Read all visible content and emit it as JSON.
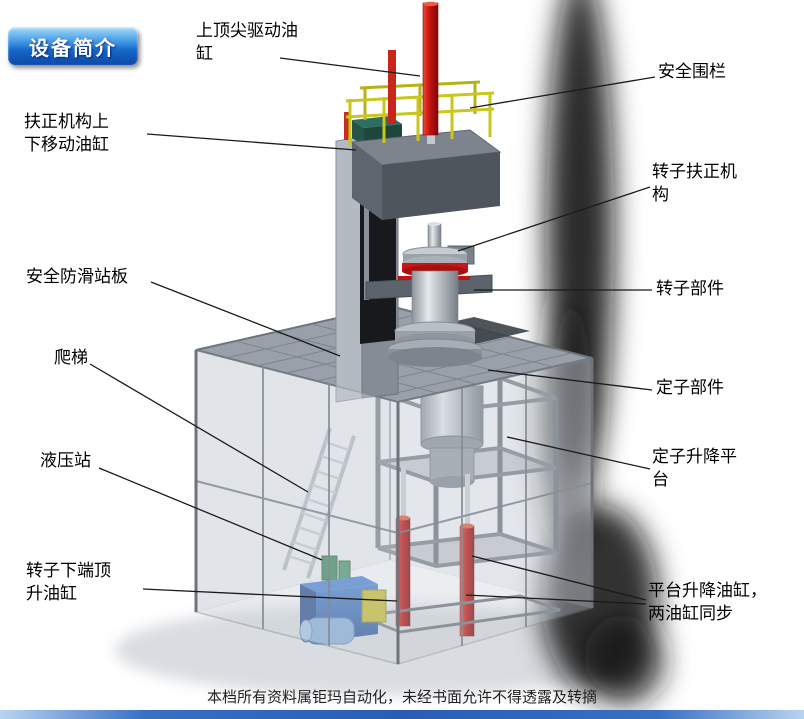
{
  "page": {
    "title_badge": "设备简介",
    "footer_note": "本档所有资料属钜玛自动化，未经书面允许不得透露及转摘"
  },
  "labels": {
    "top_drive_cylinder": "上顶尖驱动油\n缸",
    "safety_fence": "安全围栏",
    "centering_lift_cylinder": "扶正机构上\n下移动油缸",
    "rotor_centering_mechanism": "转子扶正机\n构",
    "antislip_platform": "安全防滑站板",
    "ladder": "爬梯",
    "hydraulic_station": "液压站",
    "rotor_bottom_jack_cylinder": "转子下端顶\n升油缸",
    "rotor_parts": "转子部件",
    "stator_parts": "定子部件",
    "stator_lift_platform": "定子升降平\n台",
    "platform_lift_cylinders": "平台升降油缸，\n两油缸同步"
  },
  "colors": {
    "badge_blue": "#1565c8",
    "cylinder_red": "#c41212",
    "railing_yellow": "#c9c61e",
    "hydraulic_blue": "#2a62b8",
    "bottom_bar_blue": "#3a6fc4"
  }
}
